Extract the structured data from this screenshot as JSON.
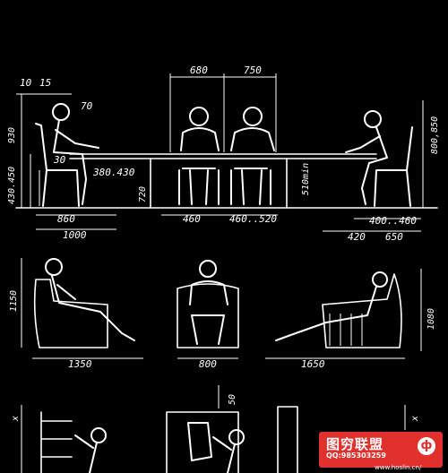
{
  "drawing": {
    "dimensions": {
      "d_680": "680",
      "d_750": "750",
      "d_10": "10",
      "d_15": "15",
      "d_70": "70",
      "d_30": "30",
      "d_930": "930",
      "d_430_450": "430.450",
      "d_380_430": "380.430",
      "d_720": "720",
      "d_510min": "510min",
      "d_800_850": "800,850",
      "d_860": "860",
      "d_1000": "1000",
      "d_460": "460",
      "d_460_520": "460..520",
      "d_400_460": "400..460",
      "d_420": "420",
      "d_650": "650",
      "d_1150": "1150",
      "d_1080": "1080",
      "d_1350": "1350",
      "d_800": "800",
      "d_1650": "1650",
      "d_50": "50",
      "d_x_left": "x",
      "d_x_right": "x"
    }
  },
  "watermark": {
    "title": "图穷联盟",
    "qq": "QQ:985303259",
    "url": "www.hoslin.cn/"
  }
}
